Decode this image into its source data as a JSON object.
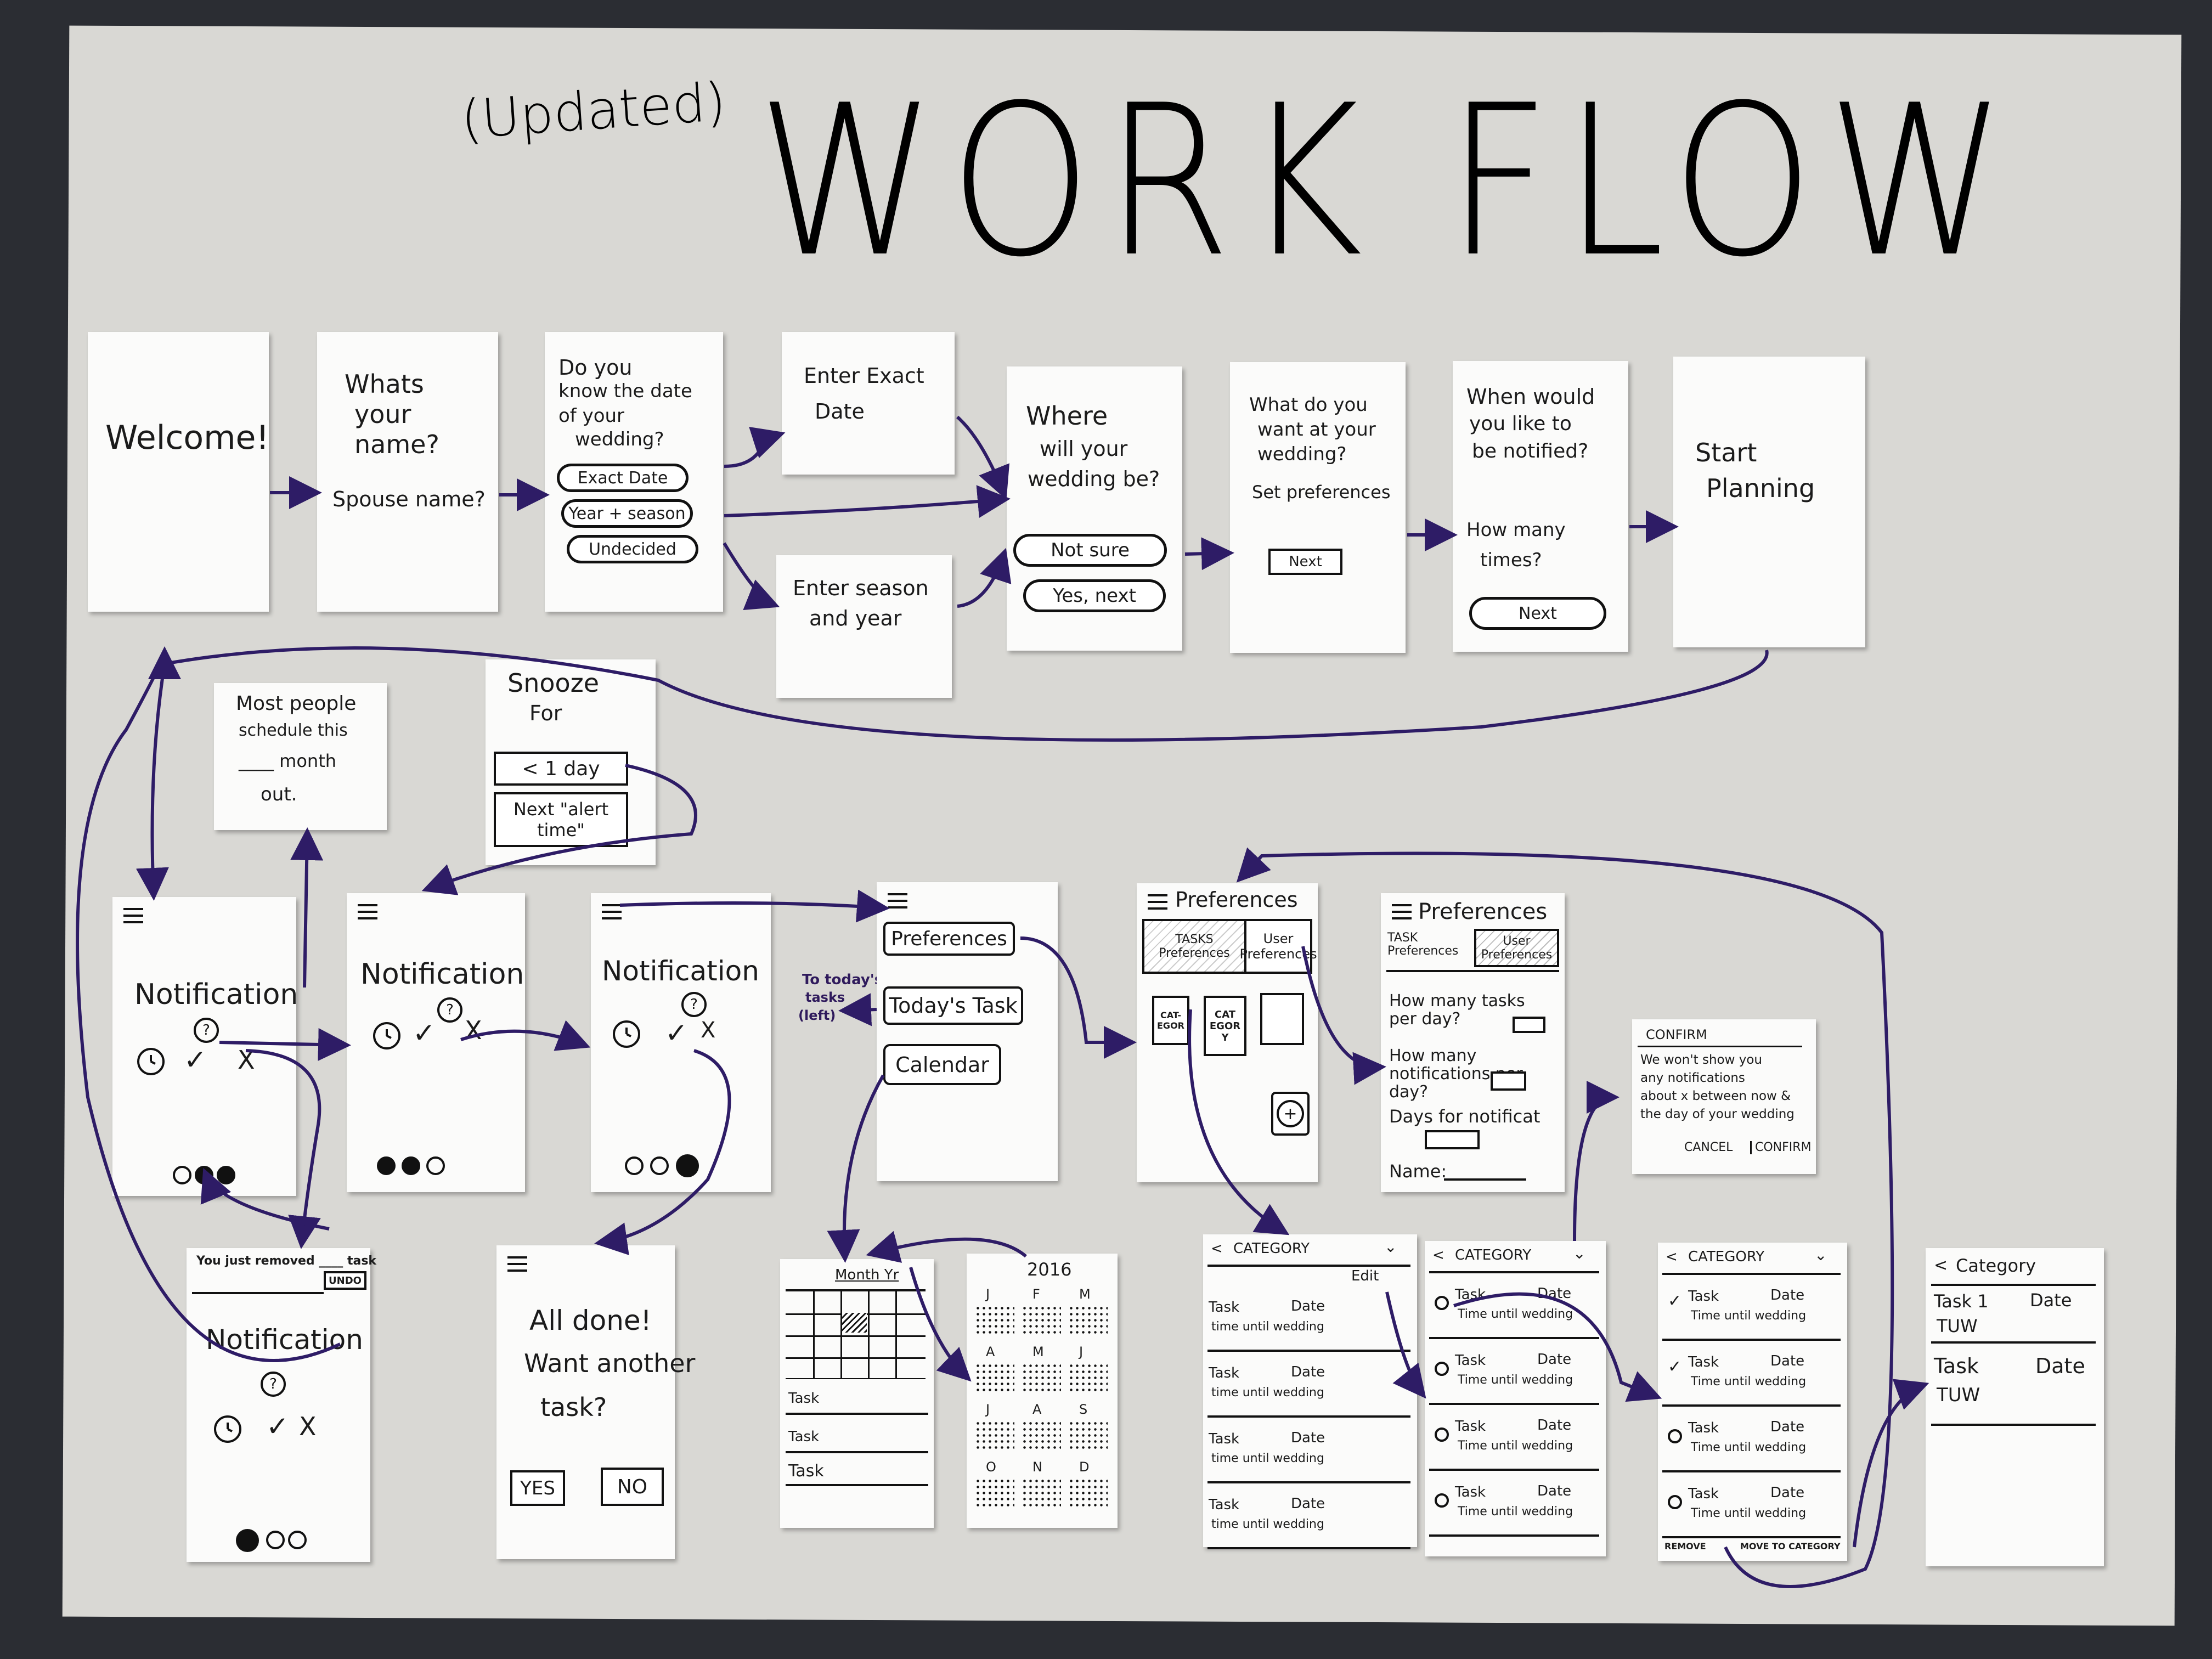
{
  "header": {
    "subtitle": "(Updated)",
    "title": "WORK FLOW"
  },
  "onboarding": {
    "welcome": "Welcome!",
    "name": {
      "line1": "Whats",
      "line2": "your",
      "line3": "name?",
      "line4": "Spouse name?"
    },
    "know_date": {
      "line1": "Do you",
      "line2": "know the date",
      "line3": "of your",
      "line4": "wedding?",
      "opt1": "Exact Date",
      "opt2": "Year + season",
      "opt3": "Undecided"
    },
    "exact_date": {
      "line1": "Enter Exact",
      "line2": "Date"
    },
    "season_year": {
      "line1": "Enter season",
      "line2": "and year"
    },
    "where": {
      "line1": "Where",
      "line2": "will your",
      "line3": "wedding be?",
      "btn1": "Not sure",
      "btn2": "Yes, next"
    },
    "want": {
      "line1": "What do you",
      "line2": "want at your",
      "line3": "wedding?",
      "line4": "Set preferences",
      "btn": "Next"
    },
    "notify": {
      "line1": "When would",
      "line2": "you like to",
      "line3": "be notified?",
      "line4": "How many",
      "line5": "times?",
      "btn": "Next"
    },
    "start": {
      "line1": "Start",
      "line2": "Planning"
    }
  },
  "notes": {
    "most_people": {
      "line1": "Most people",
      "line2": "schedule this",
      "line3": "____ month",
      "line4": "out."
    },
    "snooze": {
      "line1": "Snooze",
      "line2": "For",
      "opt1": "< 1 day",
      "opt2": "Next \"alert",
      "opt3": "time\""
    },
    "to_today": {
      "line1": "To today's",
      "line2": "tasks",
      "line3": "(left)"
    }
  },
  "notifications": {
    "label": "Notification",
    "help": "?",
    "check": "✓",
    "cross": "X"
  },
  "removed": {
    "msg": "You just removed ____ task",
    "undo": "UNDO",
    "label": "Notification"
  },
  "all_done": {
    "line1": "All done!",
    "line2": "Want another",
    "line3": "task?",
    "yes": "YES",
    "no": "NO"
  },
  "menu": {
    "item1": "Preferences",
    "item2": "Today's Task",
    "item3": "Calendar"
  },
  "preferences_a": {
    "title": "Preferences",
    "tab1": "TASKS Preferences",
    "tab2": "User Preferences",
    "cat1": "CAT- EGOR",
    "cat2": "CAT EGOR Y",
    "plus": "+"
  },
  "preferences_b": {
    "title": "Preferences",
    "tab1": "TASK Preferences",
    "tab2": "User Preferences",
    "q1": "How many tasks per day?",
    "q2": "How many notifications per day?",
    "q3": "Days for notificat",
    "name": "Name:"
  },
  "confirm": {
    "title": "CONFIRM",
    "body1": "We won't show you",
    "body2": "any notifications",
    "body3": "about x between now &",
    "body4": "the day of your wedding",
    "cancel": "CANCEL",
    "confirm": "CONFIRM"
  },
  "calendar_month": {
    "title": "Month Yr",
    "task": "Task"
  },
  "calendar_year": {
    "year": "2016",
    "months": [
      "J",
      "F",
      "M",
      "A",
      "M",
      "J",
      "J",
      "A",
      "S",
      "O",
      "N",
      "D"
    ]
  },
  "category_list": {
    "title": "CATEGORY",
    "edit": "Edit",
    "task": "Task",
    "date": "Date",
    "until": "time until wedding",
    "until2": "Time until wedding",
    "remove": "REMOVE",
    "move": "MOVE TO CATEGORY"
  },
  "category_final": {
    "title": "Category",
    "task1": "Task 1",
    "date": "Date",
    "tuw": "TUW",
    "task2": "Task"
  }
}
